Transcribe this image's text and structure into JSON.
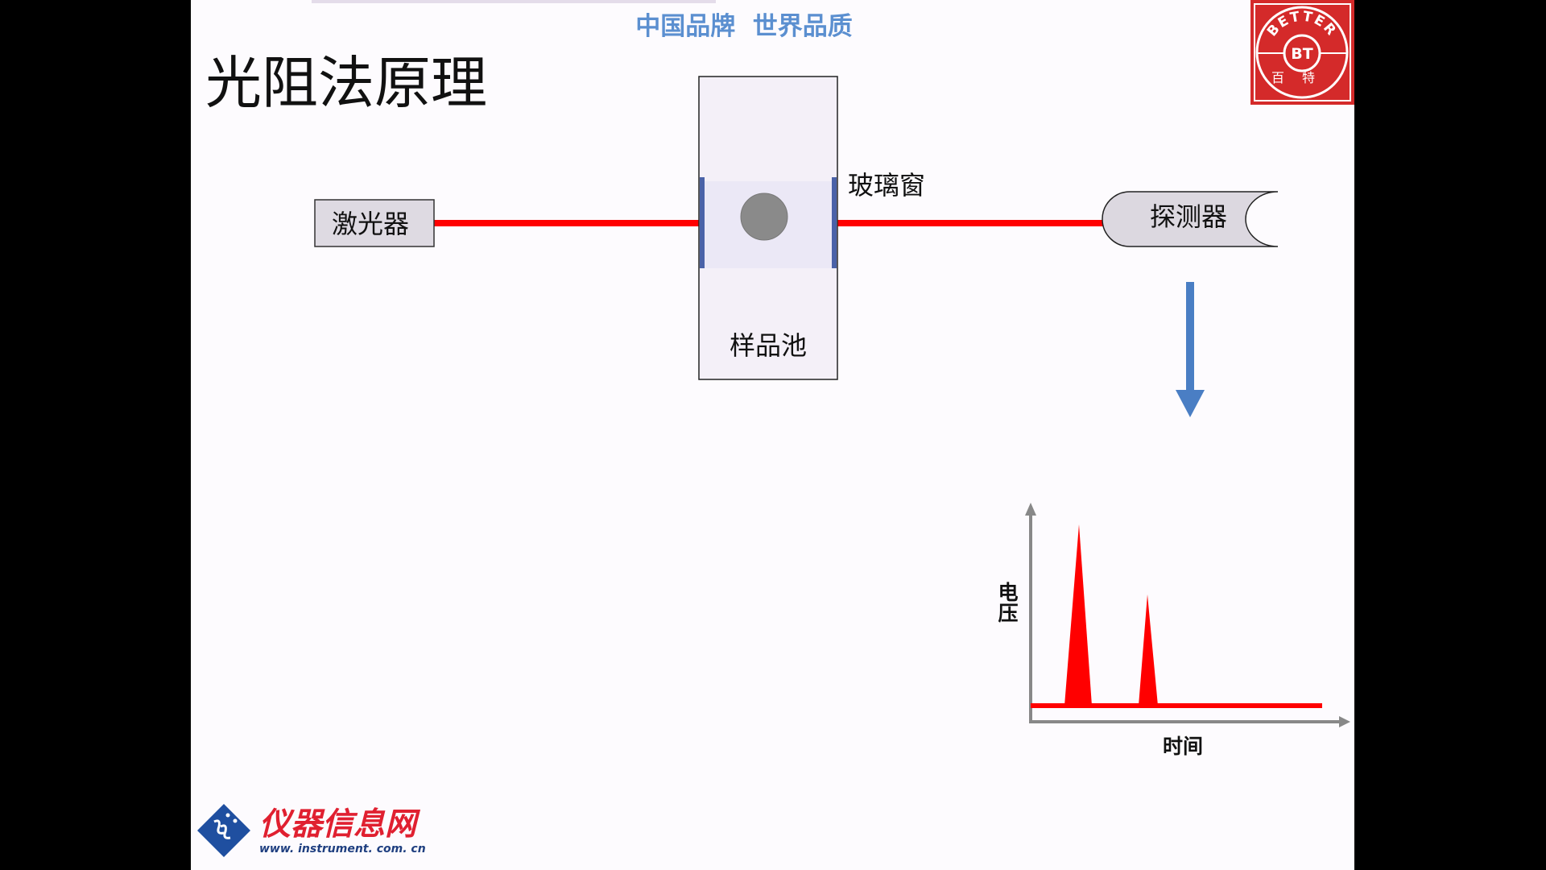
{
  "slide": {
    "title": "光阻法原理",
    "slogan": "中国品牌  世界品质",
    "colors": {
      "beam": "#ff0000",
      "arrow": "#4a7ec4",
      "slogan": "#5b8fd0",
      "brand_red": "#d42a2a"
    }
  },
  "diagram": {
    "laser_label": "激光器",
    "window_label": "玻璃窗",
    "cell_label": "样品池",
    "detector_label": "探测器"
  },
  "signal_chart": {
    "ylabel_line1": "电",
    "ylabel_line2": "压",
    "xlabel": "时间"
  },
  "logos": {
    "bt_logo": {
      "ring_text": "BETTER",
      "center_text": "BT",
      "bottom_text": "百特"
    },
    "instrument_logo": {
      "name": "仪器信息网",
      "url": "www. instrument. com. cn"
    }
  }
}
